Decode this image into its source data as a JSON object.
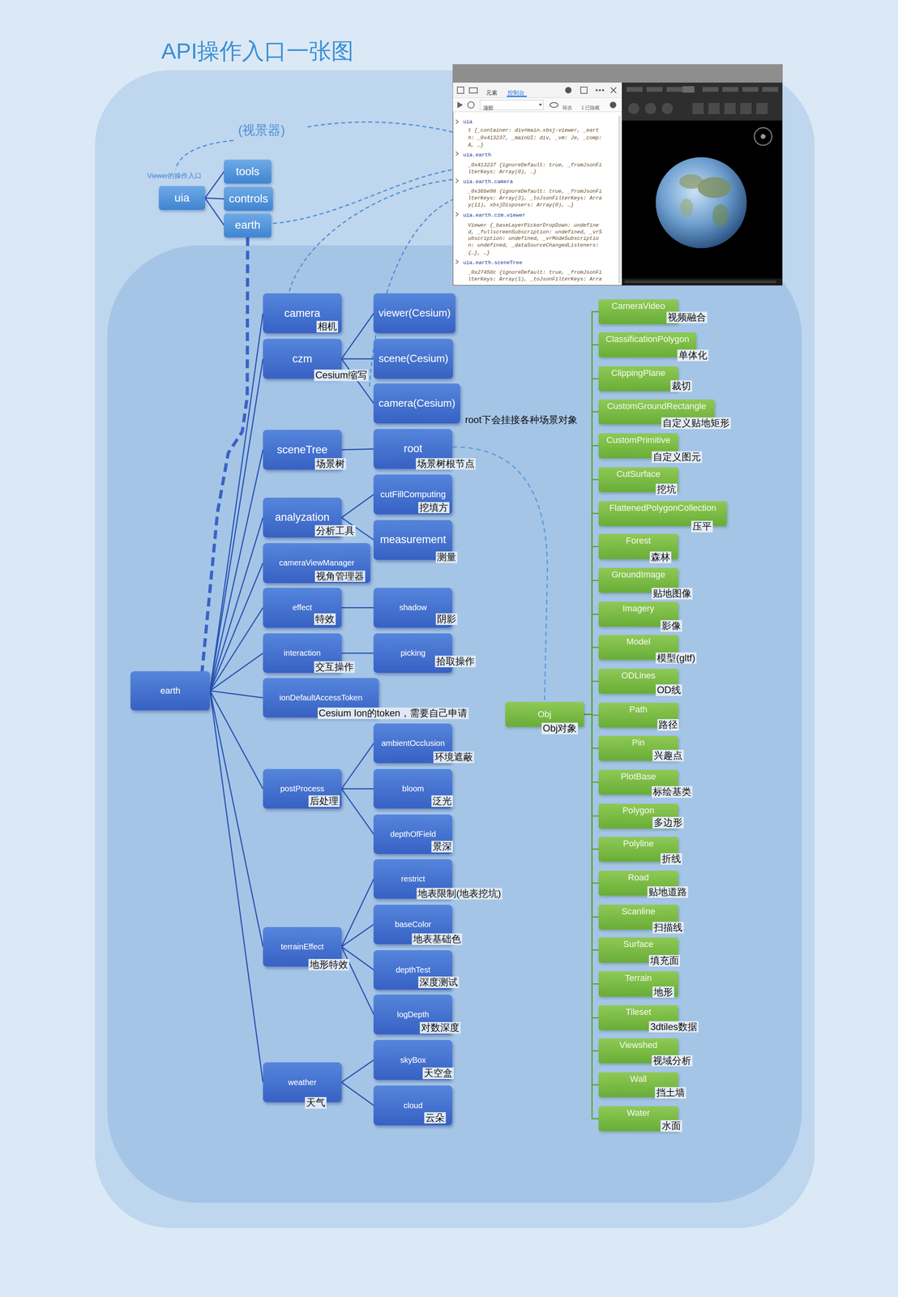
{
  "diagram": {
    "title": "API操作入口一张图",
    "nodes": [
      {
        "text": [
          "uia"
        ]
      },
      {
        "text": [
          "tools"
        ]
      },
      {
        "text": [
          "controls"
        ]
      },
      {
        "text": [
          "earth"
        ]
      },
      {
        "text": [
          "earth"
        ]
      },
      {
        "text": [
          "camera",
          "相机"
        ]
      },
      {
        "text": [
          "czm",
          "Cesium缩写"
        ]
      },
      {
        "text": [
          "viewer(Cesium)"
        ]
      },
      {
        "text": [
          "scene(Cesium)"
        ]
      },
      {
        "text": [
          "camera(Cesium)"
        ]
      },
      {
        "text": [
          "sceneTree",
          "场景树"
        ]
      },
      {
        "text": [
          "root",
          "场景树根节点"
        ]
      },
      {
        "text": [
          "analyzation",
          "分析工具"
        ]
      },
      {
        "text": [
          "cutFillComputing",
          "挖填方"
        ]
      },
      {
        "text": [
          "measurement",
          "测量"
        ]
      },
      {
        "text": [
          "cameraViewManager",
          "视角管理器"
        ]
      },
      {
        "text": [
          "effect",
          "特效"
        ]
      },
      {
        "text": [
          "shadow",
          "阴影"
        ]
      },
      {
        "text": [
          "interaction",
          "交互操作"
        ]
      },
      {
        "text": [
          "picking",
          "拾取操作"
        ]
      },
      {
        "text": [
          "ionDefaultAccessToken",
          "Cesium Ion的token，需要自己申请"
        ]
      },
      {
        "text": [
          "postProcess",
          "后处理"
        ]
      },
      {
        "text": [
          "ambientOcclusion",
          "环境遮蔽"
        ]
      },
      {
        "text": [
          "bloom",
          "泛光"
        ]
      },
      {
        "text": [
          "depthOfField",
          "景深"
        ]
      },
      {
        "text": [
          "terrainEffect",
          "地形特效"
        ]
      },
      {
        "text": [
          "restrict",
          "地表限制(地表挖坑)"
        ]
      },
      {
        "text": [
          "baseColor",
          "地表基础色"
        ]
      },
      {
        "text": [
          "depthTest",
          "深度测试"
        ]
      },
      {
        "text": [
          "logDepth",
          "对数深度"
        ]
      },
      {
        "text": [
          "weather",
          "天气"
        ]
      },
      {
        "text": [
          "skyBox",
          "天空盒"
        ]
      },
      {
        "text": [
          "cloud",
          "云朵"
        ]
      },
      {
        "text": [
          "Obj",
          "Obj对象"
        ]
      },
      {
        "text": [
          "CameraVideo",
          "视频融合"
        ]
      },
      {
        "text": [
          "ClassificationPolygon",
          "单体化"
        ]
      },
      {
        "text": [
          "ClippingPlane",
          "裁切"
        ]
      },
      {
        "text": [
          "CustomGroundRectangle",
          "自定义贴地矩形"
        ]
      },
      {
        "text": [
          "CustomPrimitive",
          "自定义图元"
        ]
      },
      {
        "text": [
          "CutSurface",
          "挖坑"
        ]
      },
      {
        "text": [
          "FlattenedPolygonCollection",
          "压平"
        ]
      },
      {
        "text": [
          "Forest",
          "森林"
        ]
      },
      {
        "text": [
          "GroundImage",
          "贴地图像"
        ]
      },
      {
        "text": [
          "Imagery",
          "影像"
        ]
      },
      {
        "text": [
          "Model",
          "模型(gltf)"
        ]
      },
      {
        "text": [
          "ODLines",
          "OD线"
        ]
      },
      {
        "text": [
          "Path",
          "路径"
        ]
      },
      {
        "text": [
          "Pin",
          "兴趣点"
        ]
      },
      {
        "text": [
          "PlotBase",
          "标绘基类"
        ]
      },
      {
        "text": [
          "Polygon",
          "多边形"
        ]
      },
      {
        "text": [
          "Polyline",
          "折线"
        ]
      },
      {
        "text": [
          "Road",
          "贴地道路"
        ]
      },
      {
        "text": [
          "Scanline",
          "扫描线"
        ]
      },
      {
        "text": [
          "Surface",
          "填充面"
        ]
      },
      {
        "text": [
          "Terrain",
          "地形"
        ]
      },
      {
        "text": [
          "Tileset",
          "3dtiles数据"
        ]
      },
      {
        "text": [
          "Viewshed",
          "视域分析"
        ]
      },
      {
        "text": [
          "Wall",
          "挡土墙"
        ]
      },
      {
        "text": [
          "Water",
          "水面"
        ]
      }
    ],
    "edges": [
      {
        "from": 0,
        "to": 1,
        "arrow": "none"
      },
      {
        "from": 0,
        "to": 2,
        "arrow": "none"
      },
      {
        "from": 0,
        "to": 3,
        "arrow": "none"
      },
      {
        "from": 3,
        "to": 4,
        "arrow": "none"
      },
      {
        "from": 4,
        "to": 5,
        "arrow": "none"
      },
      {
        "from": 4,
        "to": 6,
        "arrow": "none"
      },
      {
        "from": 4,
        "to": 10,
        "arrow": "none"
      },
      {
        "from": 4,
        "to": 12,
        "arrow": "none"
      },
      {
        "from": 4,
        "to": 15,
        "arrow": "none"
      },
      {
        "from": 4,
        "to": 16,
        "arrow": "none"
      },
      {
        "from": 4,
        "to": 18,
        "arrow": "none"
      },
      {
        "from": 4,
        "to": 20,
        "arrow": "none"
      },
      {
        "from": 4,
        "to": 21,
        "arrow": "none"
      },
      {
        "from": 4,
        "to": 25,
        "arrow": "none"
      },
      {
        "from": 4,
        "to": 30,
        "arrow": "none"
      },
      {
        "from": 6,
        "to": 7,
        "arrow": "none"
      },
      {
        "from": 6,
        "to": 8,
        "arrow": "none"
      },
      {
        "from": 6,
        "to": 9,
        "arrow": "none"
      },
      {
        "from": 10,
        "to": 11,
        "arrow": "none"
      },
      {
        "from": 12,
        "to": 13,
        "arrow": "none"
      },
      {
        "from": 12,
        "to": 14,
        "arrow": "none"
      },
      {
        "from": 16,
        "to": 17,
        "arrow": "none"
      },
      {
        "from": 18,
        "to": 19,
        "arrow": "none"
      },
      {
        "from": 21,
        "to": 22,
        "arrow": "none"
      },
      {
        "from": 21,
        "to": 23,
        "arrow": "none"
      },
      {
        "from": 21,
        "to": 24,
        "arrow": "none"
      },
      {
        "from": 25,
        "to": 26,
        "arrow": "none"
      },
      {
        "from": 25,
        "to": 27,
        "arrow": "none"
      },
      {
        "from": 25,
        "to": 28,
        "arrow": "none"
      },
      {
        "from": 25,
        "to": 29,
        "arrow": "none"
      },
      {
        "from": 30,
        "to": 31,
        "arrow": "none"
      },
      {
        "from": 30,
        "to": 32,
        "arrow": "none"
      },
      {
        "from": 11,
        "to": 33,
        "label": "root下会挂接各种场景对象",
        "arrow": "none"
      },
      {
        "from": 33,
        "to": 34,
        "arrow": "none"
      },
      {
        "from": 33,
        "to": 35,
        "arrow": "none"
      },
      {
        "from": 33,
        "to": 36,
        "arrow": "none"
      },
      {
        "from": 33,
        "to": 37,
        "arrow": "none"
      },
      {
        "from": 33,
        "to": 38,
        "arrow": "none"
      },
      {
        "from": 33,
        "to": 39,
        "arrow": "none"
      },
      {
        "from": 33,
        "to": 40,
        "arrow": "none"
      },
      {
        "from": 33,
        "to": 41,
        "arrow": "none"
      },
      {
        "from": 33,
        "to": 42,
        "arrow": "none"
      },
      {
        "from": 33,
        "to": 43,
        "arrow": "none"
      },
      {
        "from": 33,
        "to": 44,
        "arrow": "none"
      },
      {
        "from": 33,
        "to": 45,
        "arrow": "none"
      },
      {
        "from": 33,
        "to": 46,
        "arrow": "none"
      },
      {
        "from": 33,
        "to": 47,
        "arrow": "none"
      },
      {
        "from": 33,
        "to": 48,
        "arrow": "none"
      },
      {
        "from": 33,
        "to": 49,
        "arrow": "none"
      },
      {
        "from": 33,
        "to": 50,
        "arrow": "none"
      },
      {
        "from": 33,
        "to": 51,
        "arrow": "none"
      },
      {
        "from": 33,
        "to": 52,
        "arrow": "none"
      },
      {
        "from": 33,
        "to": 53,
        "arrow": "none"
      },
      {
        "from": 33,
        "to": 54,
        "arrow": "none"
      },
      {
        "from": 33,
        "to": 55,
        "arrow": "none"
      },
      {
        "from": 33,
        "to": 56,
        "arrow": "none"
      },
      {
        "from": 33,
        "to": 57,
        "arrow": "none"
      },
      {
        "from": 33,
        "to": 58,
        "arrow": "none"
      }
    ],
    "labels": [
      "Viewer的操作入口",
      "(视景器)",
      "元素",
      "控制台",
      "顶部",
      "筛选",
      "1 已隐藏",
      "uia",
      "t {_container: div#main.xbsj-viewer, _eart",
      "h: _0x413237, _mainUI: div, _vm: Je, _comp:",
      "A, …}",
      "uia.earth",
      "_0x413237 {ignoreDefault: true, _fromJsonFi",
      "lterKeys: Array(0), …}",
      "uia.earth.camera",
      "_0x36be98 {ignoreDefault: true, _fromJsonFi",
      "lterKeys: Array(3), _toJsonFilterKeys: Arra",
      "y(11), xbsjDisposers: Array(0), …}",
      "uia.earth.czm.viewer",
      "Viewer {_baseLayerPickerDropDown: undefine",
      "d, _fullscreenSubscription: undefined, _vrS",
      "ubscription: undefined, _vrModeSubscriptio",
      "n: undefined, _dataSourceChangedListeners:",
      "{…}, …}",
      "uia.earth.sceneTree",
      "_0x27458c {ignoreDefault: true, _fromJsonFi",
      "lterKeys: Array(1), _toJsonFilterKeys: Arra"
    ]
  }
}
